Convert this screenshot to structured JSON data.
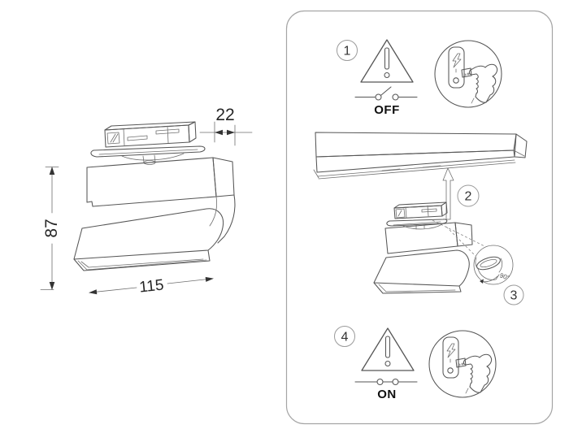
{
  "document": {
    "type": "track-light installation instruction sheet"
  },
  "colors": {
    "background": "#ffffff",
    "line_art": "#565656",
    "label_text": "#1a1a1a",
    "panel_border": "#a5a5a5",
    "step_circle": "#9a9a9a"
  },
  "dimensions": {
    "width_mm": "22",
    "height_mm": "87",
    "length_mm": "115"
  },
  "steps": [
    {
      "number": "1",
      "switch_label": "OFF"
    },
    {
      "number": "2"
    },
    {
      "number": "3",
      "angle_label": "90°"
    },
    {
      "number": "4",
      "switch_label": "ON"
    }
  ]
}
